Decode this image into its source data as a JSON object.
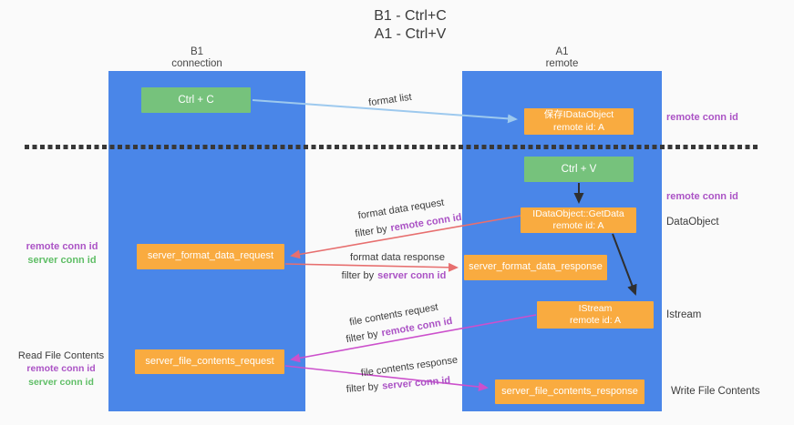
{
  "title": {
    "line1": "B1 - Ctrl+C",
    "line2": "A1 - Ctrl+V"
  },
  "columns": {
    "b1": {
      "name": "B1",
      "subtitle": "connection"
    },
    "a1": {
      "name": "A1",
      "subtitle": "remote"
    }
  },
  "boxes": {
    "ctrl_c": {
      "label": "Ctrl + C"
    },
    "save_idataobject": {
      "line1": "保存IDataObject",
      "line2": "remote id: A"
    },
    "ctrl_v": {
      "label": "Ctrl + V"
    },
    "getdata": {
      "line1": "IDataObject::GetData",
      "line2": "remote id: A"
    },
    "format_request": {
      "label": "server_format_data_request"
    },
    "format_response": {
      "label": "server_format_data_response"
    },
    "istream": {
      "line1": "IStream",
      "line2": "remote id: A"
    },
    "file_request": {
      "label": "server_file_contents_request"
    },
    "file_response": {
      "label": "server_file_contents_response"
    }
  },
  "labels": {
    "format_list": "format list",
    "format_data_request": "format data request",
    "format_data_response": "format data response",
    "file_contents_request": "file contents request",
    "file_contents_response": "file contents response",
    "filter_by": "filter by",
    "remote_conn_id": "remote conn id",
    "server_conn_id": "server conn id",
    "read_file_contents": "Read File Contents",
    "write_file_contents": "Write File Contents",
    "dataobject": "DataObject",
    "istream": "Istream"
  },
  "colors": {
    "background": "#fafafa",
    "column_blue": "#4a86e8",
    "box_green": "#76c27c",
    "box_orange": "#f9ab40",
    "arrow_light_blue": "#9dc9ee",
    "arrow_red": "#e76f6f",
    "arrow_magenta": "#cc50cc",
    "arrow_black": "#2f2f2f",
    "text_purple": "#ab53c5",
    "text_green": "#5fbe66",
    "text_dark": "#3b3b3b",
    "dash_line": "#383838"
  }
}
